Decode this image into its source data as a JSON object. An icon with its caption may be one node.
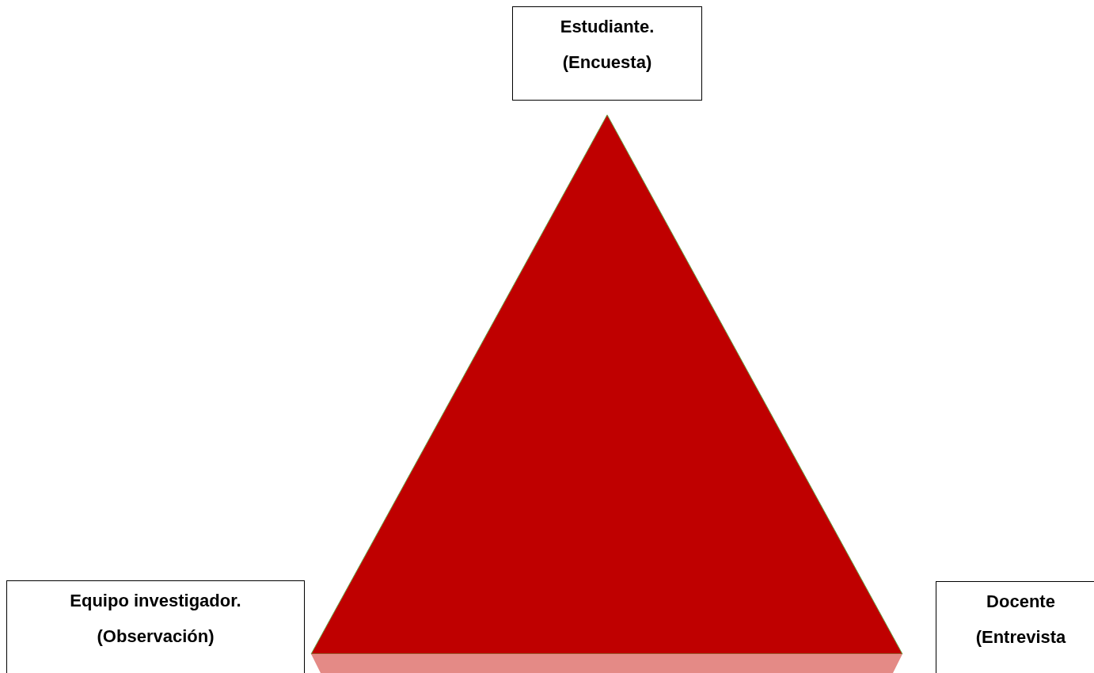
{
  "diagram": {
    "nodes": [
      {
        "text": [
          "Estudiante.",
          "(Encuesta)"
        ]
      },
      {
        "text": [
          "Equipo investigador.",
          "(Observación)"
        ]
      },
      {
        "text": [
          "Docente",
          "(Entrevista"
        ]
      }
    ]
  }
}
